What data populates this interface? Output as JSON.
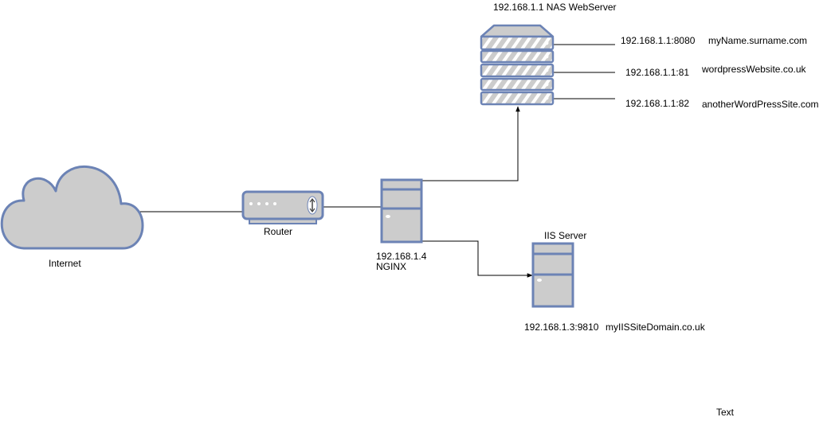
{
  "nas": {
    "title": "192.168.1.1 NAS WebServer",
    "ports": [
      {
        "address": "192.168.1.1:8080",
        "domain": "myName.surname.com"
      },
      {
        "address": "192.168.1.1:81",
        "domain": "wordpressWebsite.co.uk"
      },
      {
        "address": "192.168.1.1:82",
        "domain": "anotherWordPressSite.com"
      }
    ]
  },
  "internet": {
    "label": "Internet"
  },
  "router": {
    "label": "Router"
  },
  "nginx": {
    "ip": "192.168.1.4",
    "name": "NGINX"
  },
  "iis": {
    "title": "IIS Server",
    "address": "192.168.1.3:9810",
    "domain": "myIISSiteDomain.co.uk"
  },
  "footer_text": "Text",
  "colors": {
    "fill": "#cccccc",
    "stroke": "#6c83b5",
    "line": "#000000"
  }
}
